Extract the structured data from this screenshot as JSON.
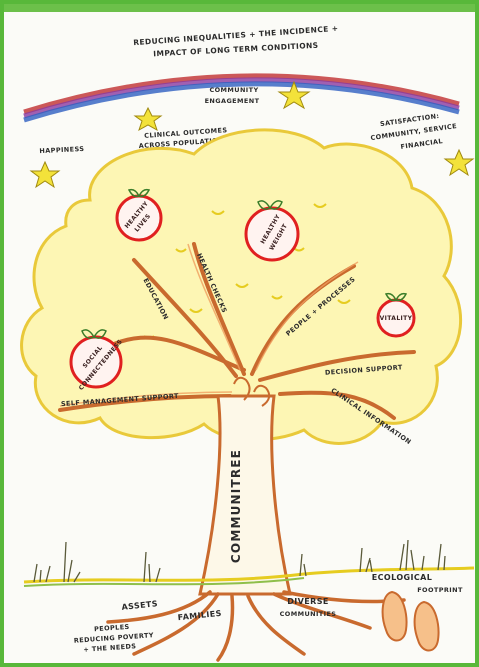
{
  "title": {
    "line1": "REDUCING INEQUALITIES + THE INCIDENCE +",
    "line2": "IMPACT OF LONG TERM CONDITIONS"
  },
  "sky": {
    "community_engagement": {
      "line1": "COMMUNITY",
      "line2": "ENGAGEMENT"
    },
    "happiness": "HAPPINESS",
    "clinical_outcomes": {
      "line1": "CLINICAL OUTCOMES",
      "line2": "ACROSS POPULATIONS"
    },
    "satisfaction": {
      "line1": "SATISFACTION:",
      "line2": "COMMUNITY, SERVICE",
      "line3": "FINANCIAL"
    }
  },
  "apples": {
    "a1": {
      "line1": "HEALTHY",
      "line2": "LIVES"
    },
    "a2": {
      "line1": "HEALTHY",
      "line2": "WEIGHT"
    },
    "a3": "VITALITY",
    "a4": {
      "line1": "SOCIAL",
      "line2": "CONNECTEDNESS"
    }
  },
  "branches": {
    "b1": "EDUCATION",
    "b2": "HEALTH CHECKS",
    "b3": "PEOPLE + PROCESSES",
    "b4": "DECISION SUPPORT",
    "b5": "SELF MANAGEMENT SUPPORT",
    "b6": "CLINICAL INFORMATION"
  },
  "trunk": {
    "label": "COMMUNITREE"
  },
  "roots": {
    "assets": "ASSETS",
    "r1": "FAMILIES",
    "r2": "DIVERSE",
    "r2b": "COMMUNITIES",
    "r3": {
      "line1": "PEOPLES",
      "line2": "REDUCING POVERTY",
      "line3": "+ THE NEEDS"
    }
  },
  "ecological": {
    "line1": "ECOLOGICAL",
    "line2": "FOOTPRINT"
  },
  "colors": {
    "canopy_fill": "#fdf6b4",
    "canopy_edge": "#e9c93a",
    "trunk": "#c96a2e",
    "apple": "#e02020",
    "frame": "#58b83a",
    "rainbow": [
      "#c03030",
      "#8a3aa0",
      "#2e5fc0"
    ]
  }
}
